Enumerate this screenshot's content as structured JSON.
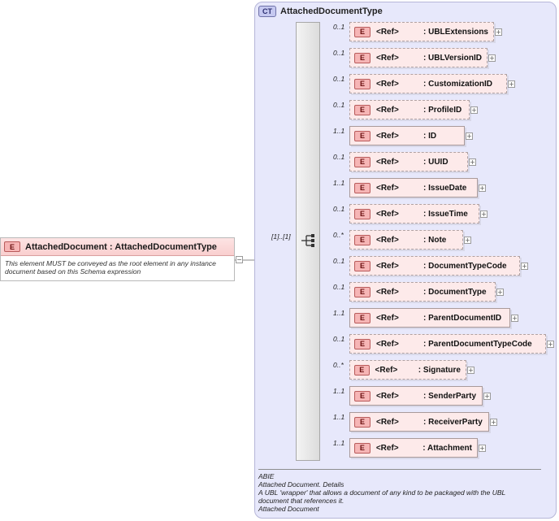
{
  "root_element": {
    "badge": "E",
    "title": "AttachedDocument : AttachedDocumentType",
    "documentation": "This element MUST be conveyed as the root element in any instance document based on this Schema expression"
  },
  "complex_type": {
    "badge": "CT",
    "name": "AttachedDocumentType",
    "sequence_occurrence": "[1]..[1]"
  },
  "children": [
    {
      "occurs": "0..1",
      "ref": "<Ref>",
      "name": ": UBLExtensions"
    },
    {
      "occurs": "0..1",
      "ref": "<Ref>",
      "name": ": UBLVersionID"
    },
    {
      "occurs": "0..1",
      "ref": "<Ref>",
      "name": ": CustomizationID"
    },
    {
      "occurs": "0..1",
      "ref": "<Ref>",
      "name": ": ProfileID"
    },
    {
      "occurs": "1..1",
      "ref": "<Ref>",
      "name": ": ID"
    },
    {
      "occurs": "0..1",
      "ref": "<Ref>",
      "name": ": UUID"
    },
    {
      "occurs": "1..1",
      "ref": "<Ref>",
      "name": ": IssueDate"
    },
    {
      "occurs": "0..1",
      "ref": "<Ref>",
      "name": ": IssueTime"
    },
    {
      "occurs": "0..*",
      "ref": "<Ref>",
      "name": ": Note"
    },
    {
      "occurs": "0..1",
      "ref": "<Ref>",
      "name": ": DocumentTypeCode"
    },
    {
      "occurs": "0..1",
      "ref": "<Ref>",
      "name": ": DocumentType"
    },
    {
      "occurs": "1..1",
      "ref": "<Ref>",
      "name": ": ParentDocumentID"
    },
    {
      "occurs": "0..1",
      "ref": "<Ref>",
      "name": ": ParentDocumentTypeCode"
    },
    {
      "occurs": "0..*",
      "ref": "<Ref>",
      "name": ": Signature"
    },
    {
      "occurs": "1..1",
      "ref": "<Ref>",
      "name": ": SenderParty"
    },
    {
      "occurs": "1..1",
      "ref": "<Ref>",
      "name": ": ReceiverParty"
    },
    {
      "occurs": "1..1",
      "ref": "<Ref>",
      "name": ": Attachment"
    }
  ],
  "element_badge": "E",
  "type_documentation": [
    "ABIE",
    "Attached Document. Details",
    "A UBL 'wrapper' that allows a document of any kind to be packaged with the UBL",
    "document that references it.",
    "Attached Document"
  ]
}
